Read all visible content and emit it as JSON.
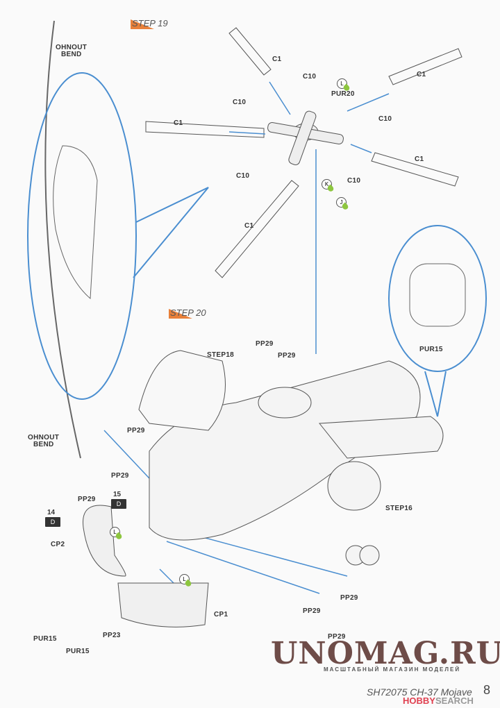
{
  "steps": [
    {
      "label": "STEP 19"
    },
    {
      "label": "STEP 20"
    }
  ],
  "labels": {
    "ohnout_top": [
      "OHNOUT",
      "BEND"
    ],
    "ohnout_bottom": [
      "OHNOUT",
      "BEND"
    ],
    "c1": "C1",
    "c10": "C10",
    "pur20": "PUR20",
    "pur15": "PUR15",
    "pp29": "PP29",
    "pp23": "PP23",
    "cp1": "CP1",
    "cp2": "CP2",
    "step18": "STEP18",
    "step16": "STEP16"
  },
  "paint_refs": {
    "k": "K",
    "j": "J",
    "l": "L",
    "d": "D"
  },
  "decals": [
    {
      "number": "14",
      "ref": "D"
    },
    {
      "number": "15",
      "ref": "D"
    }
  ],
  "colors": {
    "accent": "#e8803a",
    "arrow": "#4a8ed0",
    "paint": "#8dc63f",
    "watermark": "#6e4c48"
  },
  "watermark": {
    "title": "UNOMAG.RU",
    "subtitle": "МАСШТАБНЫЙ МАГАЗИН МОДЕЛЕЙ"
  },
  "footer": {
    "kit": "SH72075 CH-37 Mojave",
    "page": "8",
    "source_brand": "HOBBY",
    "source_suffix": "SEARCH"
  }
}
